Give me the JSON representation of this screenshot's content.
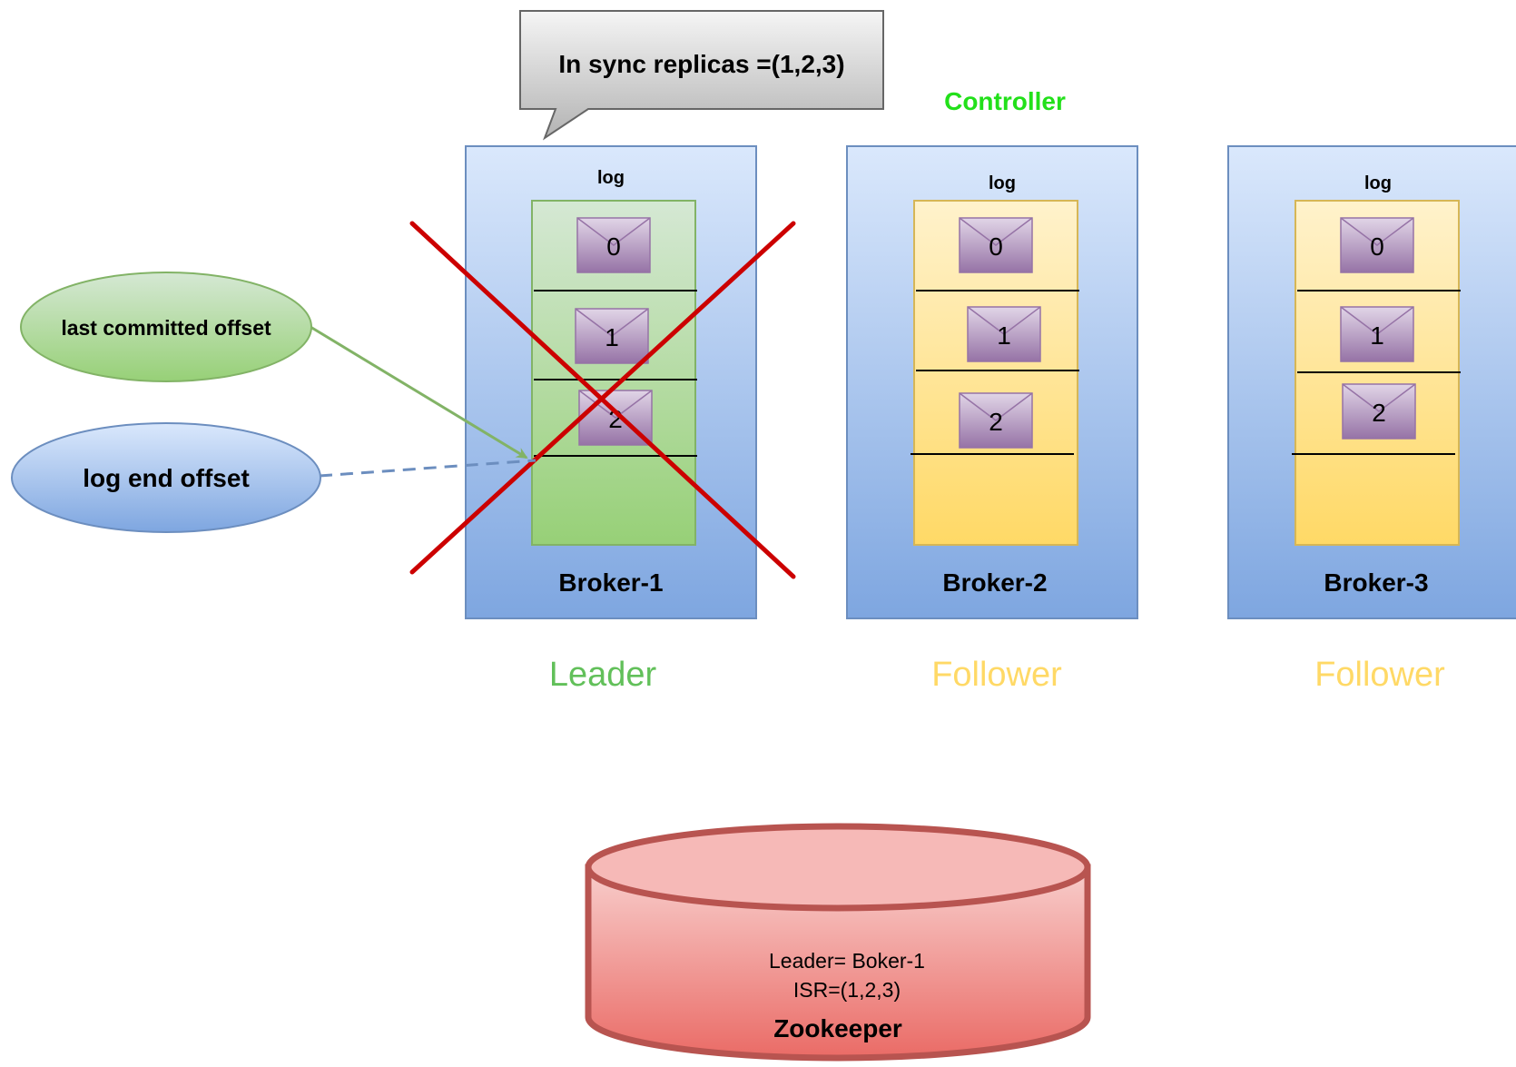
{
  "callout": {
    "text": "In sync replicas =(1,2,3)"
  },
  "controller_label": {
    "text": "Controller",
    "color": "#22e01a"
  },
  "brokers": [
    {
      "name": "Broker-1",
      "log_label": "log",
      "role": "Leader",
      "role_color": "#62c05a",
      "crossed_out": true,
      "log_color": "green",
      "messages": [
        "0",
        "1",
        "2"
      ]
    },
    {
      "name": "Broker-2",
      "log_label": "log",
      "role": "Follower",
      "role_color": "#ffd966",
      "crossed_out": false,
      "log_color": "yellow",
      "messages": [
        "0",
        "1",
        "2"
      ]
    },
    {
      "name": "Broker-3",
      "log_label": "log",
      "role": "Follower",
      "role_color": "#ffd966",
      "crossed_out": false,
      "log_color": "yellow",
      "messages": [
        "0",
        "1",
        "2"
      ]
    }
  ],
  "offsets": {
    "last_committed": "last committed offset",
    "log_end": "log end offset"
  },
  "zookeeper": {
    "line1": "Leader= Boker-1",
    "line2": "ISR=(1,2,3)",
    "title": "Zookeeper"
  },
  "colors": {
    "cross": "#cc0000",
    "broker_border": "#6c8ebf",
    "green_arrow": "#82b366",
    "blue_dashed": "#6c8ebf"
  }
}
